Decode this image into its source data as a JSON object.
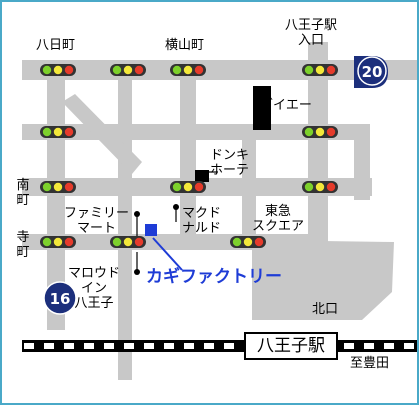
{
  "map": {
    "labels": {
      "hachimachi": "八日町",
      "yokoyamacho": "横山町",
      "hachioji_station_entrance": "八王子駅\n入口",
      "route20": "20",
      "route16": "16",
      "minamicho": "南町",
      "teramachi": "寺町",
      "daiei": "ダイエー",
      "donki_hote": "ドンキ\nホーテ",
      "familymart": "ファミリー\nマート",
      "mcdonalds": "マクド\nナルド",
      "tokyu_square": "東急\nスクエア",
      "marroad_inn": "マロウド\nイン\n八王子",
      "kagi_factory": "カギファクトリー",
      "north_exit": "北口",
      "hachioji_station": "八王子駅",
      "to_toyoda": "至豊田"
    },
    "colors": {
      "road": "#c8c8c8",
      "frame": "#4aa9c8",
      "highlight": "#1e3cd6",
      "shield": "#1c2f7c",
      "signal_green": "#7dd12b",
      "signal_yellow": "#f3e83a",
      "signal_red": "#e53b2b"
    }
  }
}
